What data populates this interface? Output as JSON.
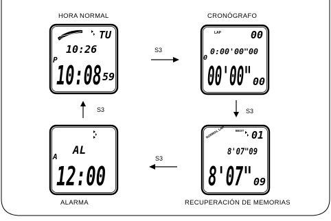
{
  "modes": {
    "normal_time": {
      "label": "HORA NORMAL",
      "top_right": "TU",
      "middle": "10:26",
      "side": "P",
      "main": "10:08",
      "main_small": "59"
    },
    "chronograph": {
      "label": "CRONÓGRAFO",
      "lap_tag": "LAP",
      "top_right": "00",
      "side": "0",
      "middle": "0:00'00\"00",
      "main": "00'00\"",
      "main_small": "00"
    },
    "memory_recall": {
      "label": "RECUPERACIÓN DE MEMORIAS",
      "tag_left": "NORMAL LAP",
      "tag_right": "BEST",
      "top_right": "01",
      "middle": "8'07\"09",
      "main": "8'07\"",
      "main_small": "09"
    },
    "alarm": {
      "label": "ALARMA",
      "side": "A",
      "middle": "AL",
      "main": "12:00"
    }
  },
  "transitions": {
    "normal_to_chrono": "S3",
    "chrono_to_memory": "S3",
    "memory_to_alarm": "S3",
    "alarm_to_normal": "S3"
  },
  "colors": {
    "ink": "#000000",
    "background": "#ffffff"
  }
}
